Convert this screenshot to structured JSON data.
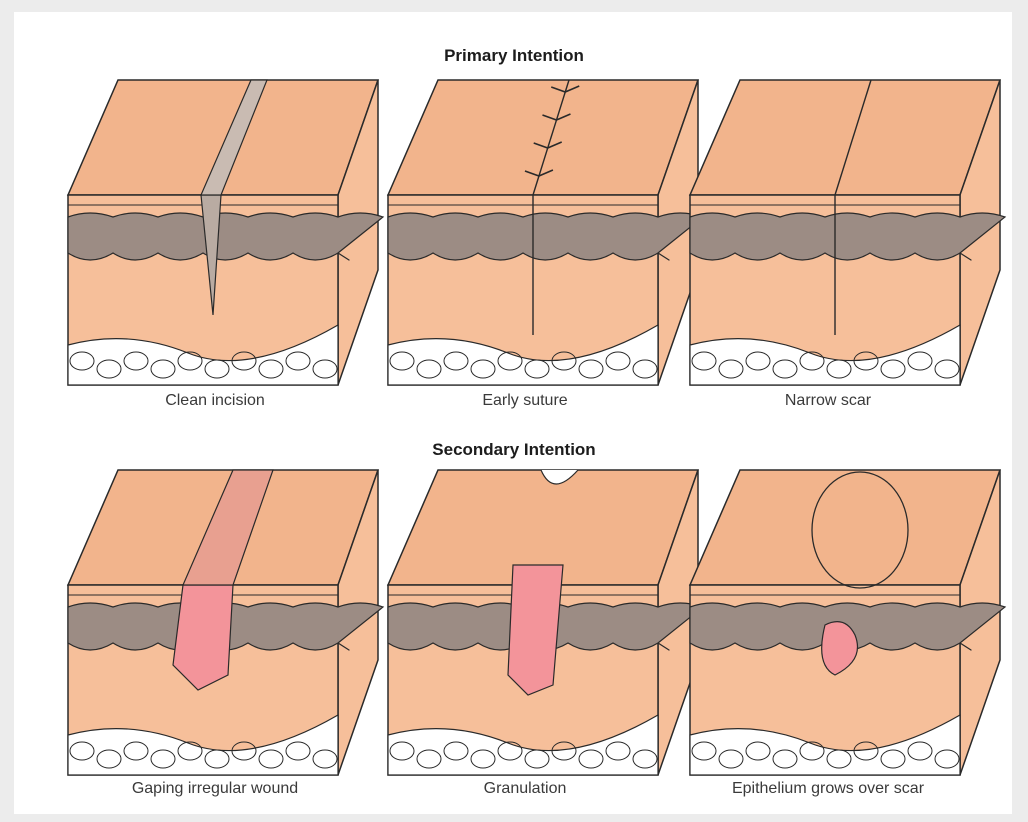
{
  "primary": {
    "title": "Primary Intention",
    "captions": [
      "Clean incision",
      "Early suture",
      "Narrow scar"
    ]
  },
  "secondary": {
    "title": "Secondary Intention",
    "captions": [
      "Gaping irregular wound",
      "Granulation",
      "Epithelium grows over scar"
    ]
  },
  "colors": {
    "skin": "#f6bf9a",
    "skin_top": "#f2b48c",
    "dermis": "#9c8c84",
    "wound": "#f3949a",
    "outline": "#2a2a2a",
    "fat": "#ffffff"
  }
}
